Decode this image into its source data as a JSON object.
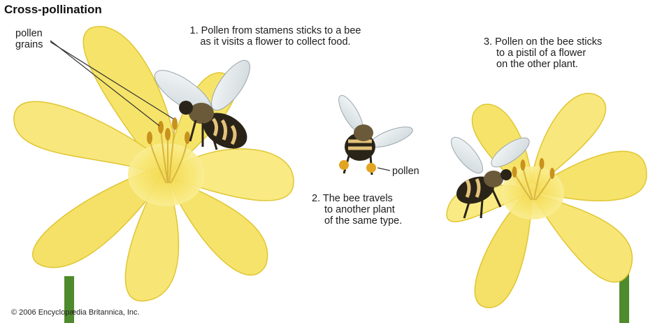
{
  "title": "Cross-pollination",
  "labels": {
    "pollen_grains": [
      "pollen",
      "grains"
    ],
    "step1": [
      "1. Pollen from stamens sticks to a bee",
      "as it visits a flower to collect food."
    ],
    "step2": [
      "2. The bee travels",
      "to another plant",
      "of the same type."
    ],
    "step3": [
      "3. Pollen on the bee sticks",
      "to a pistil of a flower",
      "on the other plant."
    ],
    "pollen": "pollen"
  },
  "copyright": "© 2006 Encyclopædia Britannica, Inc.",
  "colors": {
    "petal": "#f6e46a",
    "petal_light": "#fbf1a6",
    "petal_shadow": "#e0c632",
    "stem": "#4f8a2c",
    "anther": "#c8921c",
    "bee_body": "#2a2418",
    "bee_stripe": "#e3c27a",
    "wing": "#e6ecef"
  }
}
